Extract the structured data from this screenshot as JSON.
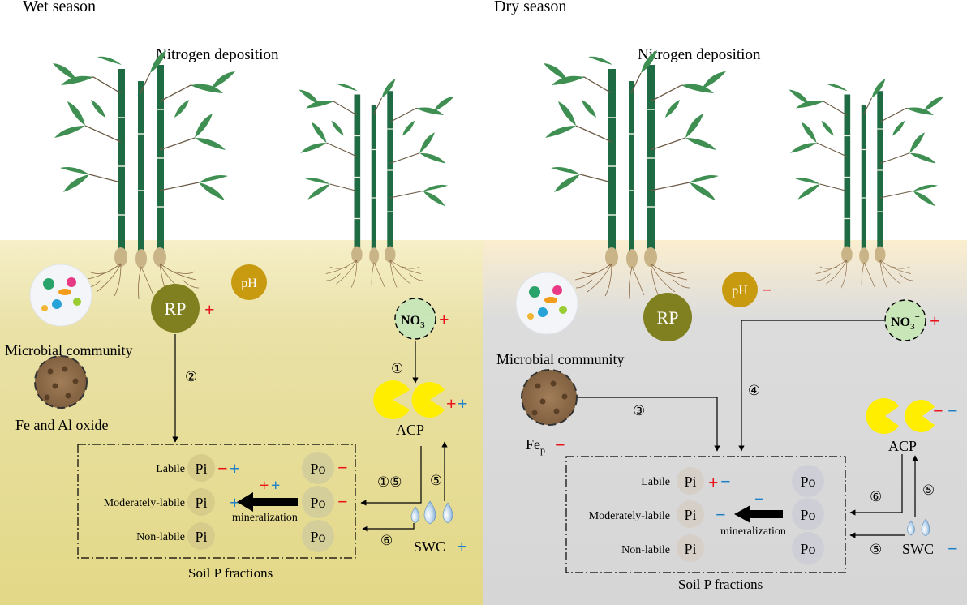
{
  "colors": {
    "wet_soil_top": "#f6efc8",
    "wet_soil_bottom": "#e3d887",
    "dry_soil_top": "#fbeecf",
    "dry_soil_bottom": "#d8d8d8",
    "rp": "#808020",
    "ph": "#c79a10",
    "acp": "#ffee00",
    "plus_red": "#e8131b",
    "plus_blue": "#1f82c8",
    "bamboo_stem": "#1f6b43",
    "leaf": "#3f8f52"
  },
  "wet": {
    "title": "Wet season",
    "nitrogen": "Nitrogen deposition",
    "ph": "pH",
    "rp": "RP",
    "rp_sign": "+",
    "no3_base": "NO",
    "no3_sub": "3",
    "no3_sup": "−",
    "no3_sign": "+",
    "microbial": "Microbial community",
    "oxide": "Fe and Al oxide",
    "acp": "ACP",
    "acp_sign_red": "+",
    "acp_sign_blue": "+",
    "swc": "SWC",
    "swc_sign": "+",
    "step_rp": "②",
    "step_no3": "①",
    "step_swc_acp": "⑤",
    "step_to_box": "①⑤",
    "step_swc_box": "⑥",
    "rows": [
      {
        "label": "Labile",
        "pi": "Pi",
        "po": "Po",
        "pi_red": "−",
        "pi_blue": "+",
        "po_sign": "−"
      },
      {
        "label": "Moderately-labile",
        "pi": "Pi",
        "po": "Po",
        "pi_blue": "+",
        "po_sign": "−"
      },
      {
        "label": "Non-labile",
        "pi": "Pi",
        "po": "Po"
      }
    ],
    "mineralization": "mineralization",
    "mineral_red": "+",
    "mineral_blue": "+",
    "fractions": "Soil P fractions"
  },
  "dry": {
    "title": "Dry season",
    "nitrogen": "Nitrogen deposition",
    "ph": "pH",
    "ph_sign": "−",
    "rp": "RP",
    "no3_base": "NO",
    "no3_sub": "3",
    "no3_sup": "−",
    "no3_sign": "+",
    "microbial": "Microbial community",
    "fep_base": "Fe",
    "fep_sub": "p",
    "fep_sign": "−",
    "acp": "ACP",
    "acp_sign_red": "−",
    "acp_sign_blue": "−",
    "swc": "SWC",
    "swc_sign": "−",
    "step_micro": "③",
    "step_no3": "④",
    "step_acp_box": "⑥",
    "step_swc_acp": "⑤",
    "step_swc_box": "⑤",
    "rows": [
      {
        "label": "Labile",
        "pi": "Pi",
        "po": "Po",
        "pi_red": "+",
        "pi_blue": "−"
      },
      {
        "label": "Moderately-labile",
        "pi": "Pi",
        "po": "Po",
        "pi_blue": "−"
      },
      {
        "label": "Non-labile",
        "pi": "Pi",
        "po": "Po"
      }
    ],
    "mineralization": "mineralization",
    "mineral_blue": "−",
    "fractions": "Soil P fractions"
  }
}
